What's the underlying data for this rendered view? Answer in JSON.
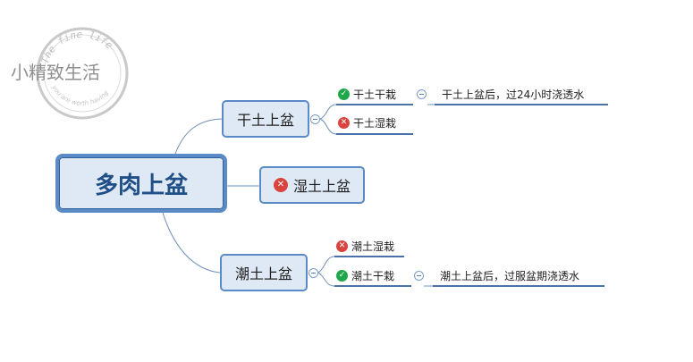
{
  "mindmap": {
    "root": "多肉上盆",
    "branches": [
      {
        "label": "干土上盆",
        "children": [
          {
            "label": "干土干栽",
            "status": "check",
            "detail": "干土上盆后，过24小时浇透水"
          },
          {
            "label": "干土湿栽",
            "status": "cross"
          }
        ]
      },
      {
        "label": "湿土上盆",
        "status": "cross"
      },
      {
        "label": "潮土上盆",
        "children": [
          {
            "label": "潮土湿栽",
            "status": "cross"
          },
          {
            "label": "潮土干栽",
            "status": "check",
            "detail": "潮土上盆后，过服盆期浇透水"
          }
        ]
      }
    ]
  },
  "watermark": {
    "script_text": "小精致生活",
    "arc_top": "The fine life",
    "arc_bottom": "you are worth having"
  },
  "colors": {
    "connector": "#6e90b8",
    "node_fill": "#dfe8f5",
    "node_border": "#5b8bc6",
    "check": "#1fa84b",
    "cross": "#d9443f",
    "underline": "#4a72a8"
  }
}
